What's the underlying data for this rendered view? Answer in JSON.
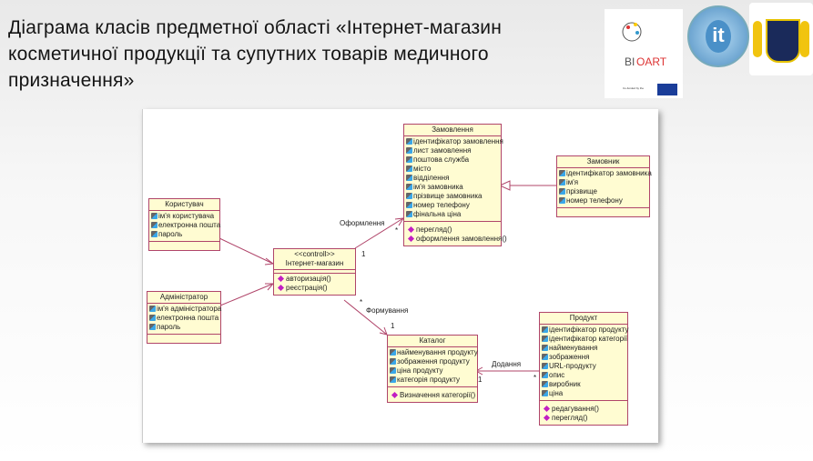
{
  "title": "Діаграма класів предметної області «Інтернет-магазин косметичної продукції та супутних товарів медичного призначення»",
  "logos": {
    "bioart": "BIOART",
    "bioart_sub": "Engineering education for human welfare",
    "eu": "Co-funded by the Erasmus+ Programme of the European Union",
    "kit": "it"
  },
  "classes": {
    "korystuvach": {
      "name": "Користувач",
      "attrs": [
        "ім'я користувача",
        "електронна пошта",
        "пароль"
      ]
    },
    "admin": {
      "name": "Адміністратор",
      "attrs": [
        "ім'я адміністратора",
        "електронна пошта",
        "пароль"
      ]
    },
    "shop": {
      "stereotype": "<<controll>>",
      "name": "Інтернет-магазин",
      "ops": [
        "авторизація()",
        "реєстрація()"
      ]
    },
    "order": {
      "name": "Замовлення",
      "attrs": [
        "ідентифікатор замовлення",
        "лист замовлення",
        "поштова служба",
        "місто",
        "відділення",
        "ім'я замовника",
        "прізвище замовника",
        "номер телефону",
        "фінальна ціна"
      ],
      "ops": [
        "перегляд()",
        "оформлення замовлення()"
      ]
    },
    "customer": {
      "name": "Замовник",
      "attrs": [
        "ідентифікатор замовника",
        "ім'я",
        "прізвище",
        "номер телефону"
      ]
    },
    "catalog": {
      "name": "Каталог",
      "attrs": [
        "найменування продукту",
        "зображення продукту",
        "ціна продукту",
        "категорія продукту"
      ],
      "ops": [
        "Визначення категорії()"
      ]
    },
    "product": {
      "name": "Продукт",
      "attrs": [
        "ідентифікатор продукту",
        "ідентифікатор категорії",
        "найменування",
        "зображення",
        "URL-продукту",
        "опис",
        "виробник",
        "ціна"
      ],
      "ops": [
        "редагування()",
        "перегляд()"
      ]
    }
  },
  "associations": {
    "oformlennia": "Оформлення",
    "formuvannia": "Формування",
    "dodannia": "Додання",
    "one": "1",
    "many": "*"
  }
}
